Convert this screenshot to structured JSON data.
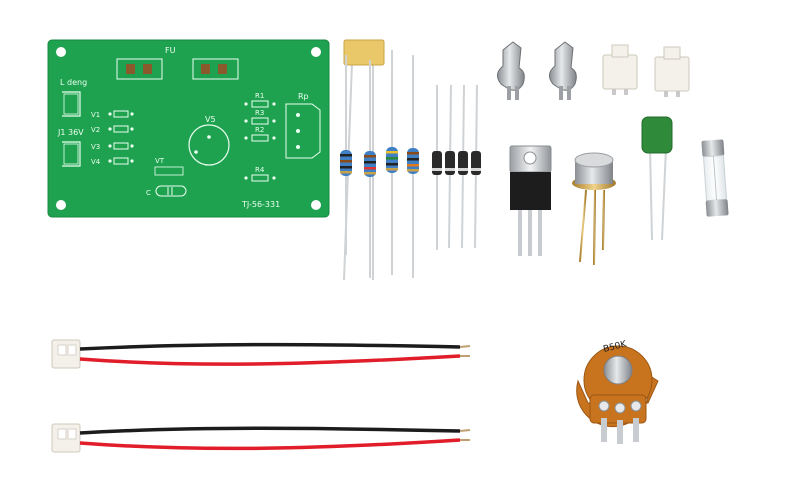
{
  "pcb": {
    "board_color": "#1fa24f",
    "labels": {
      "fu": "FU",
      "l_deng": "L  deng",
      "j1": "J1 36V",
      "v1": "V1",
      "v2": "V2",
      "v3": "V3",
      "v4": "V4",
      "v5": "V5",
      "vt": "VT",
      "c": "C",
      "r1": "R1",
      "r3": "R3",
      "r2": "R2",
      "r4": "R4",
      "rp": "Rp",
      "board_id": "TJ-56-331"
    }
  },
  "potentiometer": {
    "marking": "B50K"
  },
  "components": [
    "yellow-capacitor-icon",
    "resistor-icon",
    "diode-icon",
    "fuse-clip-icon",
    "jst-connector-icon",
    "to220-regulator-icon",
    "to39-transistor-icon",
    "green-film-capacitor-icon",
    "glass-fuse-icon",
    "wire-harness-icon",
    "potentiometer-icon"
  ]
}
